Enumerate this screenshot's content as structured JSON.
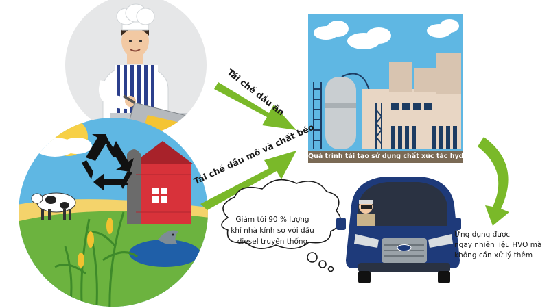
{
  "labels": {
    "cooking_oil_arrow": "Tái chế dầu ăn",
    "fat_arrow": "Tái chế dầu mỡ và chất béo",
    "process_caption": "Quá trình tái tạo sử dụng chất xúc tác hydro",
    "bubble_lines": [
      "Giảm tới 90 % lượng",
      "khí nhà kính so với dầu",
      "diesel truyền thống"
    ],
    "result_lines": [
      "Ứng dụng được",
      "ngay nhiên liệu HVO mà",
      "không cần xử lý thêm"
    ]
  },
  "icons": {
    "recycle": "recycle-icon",
    "chef": "chef-figure",
    "factory": "refinery-illustration",
    "van": "van-illustration",
    "cow": "cow-figure",
    "barn": "barn-figure",
    "fish": "fish-figure"
  },
  "colors": {
    "arrow_green": "#7ab929",
    "sky_blue": "#5fb7e3",
    "van_blue": "#1e3a7a",
    "barn_red": "#d8323a",
    "grass_green": "#6cb33f",
    "caption_bar": "#7a6a55"
  }
}
